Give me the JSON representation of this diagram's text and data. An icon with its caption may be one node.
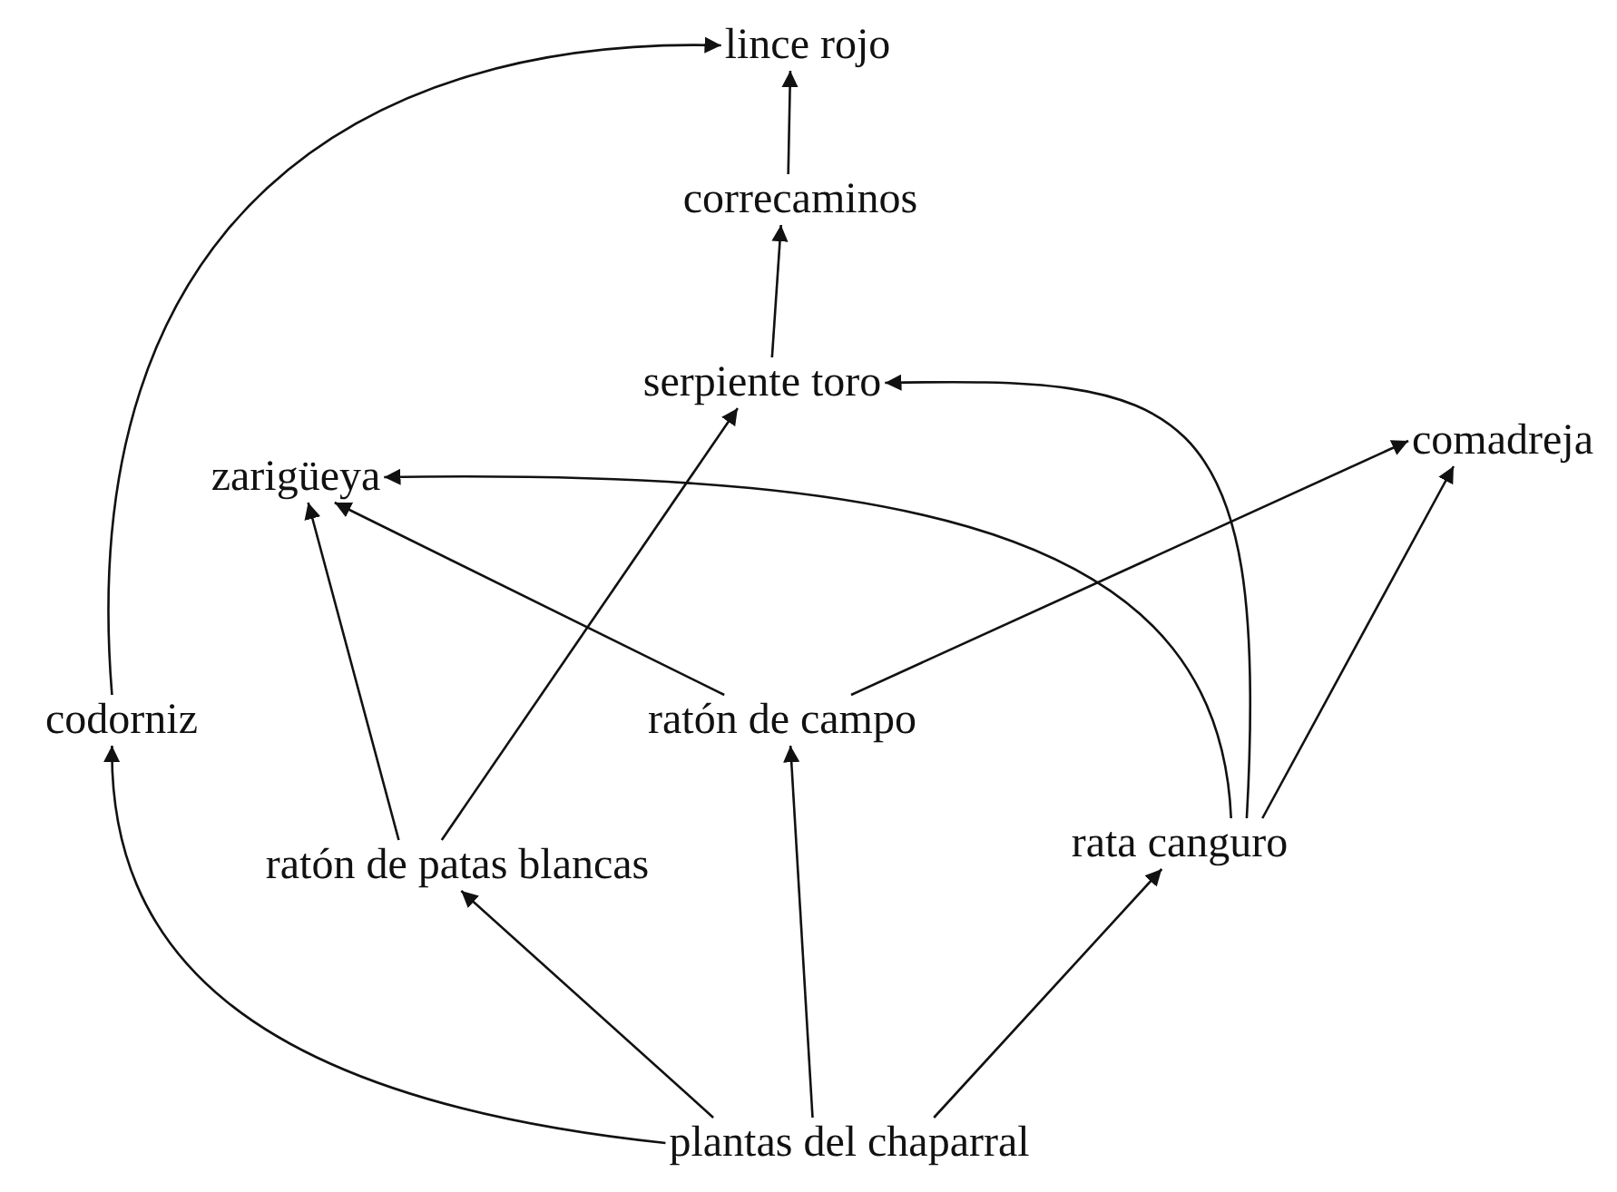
{
  "diagram": {
    "nodes": [
      {
        "text": [
          "lince rojo"
        ]
      },
      {
        "text": [
          "correcaminos"
        ]
      },
      {
        "text": [
          "serpiente toro"
        ]
      },
      {
        "text": [
          "zarigüeya"
        ]
      },
      {
        "text": [
          "comadreja"
        ]
      },
      {
        "text": [
          "codorniz"
        ]
      },
      {
        "text": [
          "ratón de campo"
        ]
      },
      {
        "text": [
          "ratón de patas blancas"
        ]
      },
      {
        "text": [
          "rata canguro"
        ]
      },
      {
        "text": [
          "plantas del chaparral"
        ]
      }
    ],
    "edges": [
      {
        "from": 5,
        "to": 0,
        "arrow": "to"
      },
      {
        "from": 1,
        "to": 0,
        "arrow": "to"
      },
      {
        "from": 2,
        "to": 1,
        "arrow": "to"
      },
      {
        "from": 6,
        "to": 3,
        "arrow": "to"
      },
      {
        "from": 6,
        "to": 4,
        "arrow": "to"
      },
      {
        "from": 8,
        "to": 3,
        "arrow": "to"
      },
      {
        "from": 8,
        "to": 2,
        "arrow": "to"
      },
      {
        "from": 8,
        "to": 4,
        "arrow": "to"
      },
      {
        "from": 7,
        "to": 3,
        "arrow": "to"
      },
      {
        "from": 7,
        "to": 2,
        "arrow": "to"
      },
      {
        "from": 9,
        "to": 5,
        "arrow": "to"
      },
      {
        "from": 9,
        "to": 7,
        "arrow": "to"
      },
      {
        "from": 9,
        "to": 6,
        "arrow": "to"
      },
      {
        "from": 9,
        "to": 8,
        "arrow": "to"
      }
    ]
  }
}
